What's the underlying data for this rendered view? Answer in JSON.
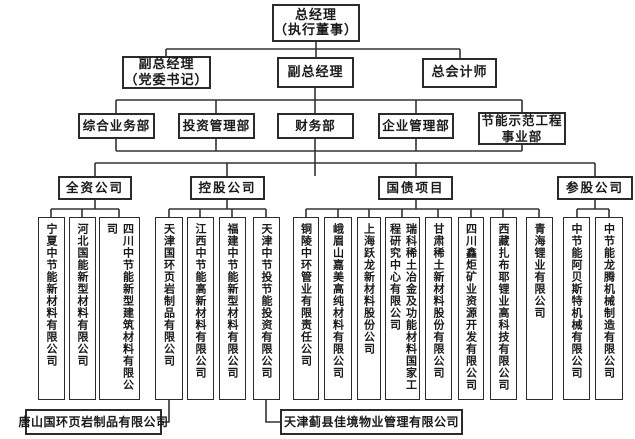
{
  "nodes": {
    "general_manager": {
      "line1": "总经理",
      "line2": "（执行董事）"
    },
    "deputy_gm_party": {
      "line1": "副总经理",
      "line2": "（党委书记）"
    },
    "deputy_gm": "副总经理",
    "chief_accountant": "总会计师"
  },
  "departments": [
    "综合业务部",
    "投资管理部",
    "财务部",
    "企业管理部",
    "节能示范工程事业部"
  ],
  "categories": [
    "全资公司",
    "控股公司",
    "国债项目",
    "参股公司"
  ],
  "companies": {
    "wholly_owned": [
      "宁夏中节能新材料有限公司",
      "河北国能新型材料有限公司",
      "四川中节能新型建筑材料有限公司"
    ],
    "holding": [
      "天津国环页岩制品有限公司",
      "江西中节能高新材料有限公司",
      "福建中节能新型材料有限公司",
      "天津中节投节能投资有限公司"
    ],
    "treasury_bond": [
      "铜陵中环管业有限责任公司",
      "峨眉山嘉美高纯材料有限公司",
      "上海跃龙新材料股份公司",
      "瑞科稀土冶金及功能材料国家工程研究中心有限公司",
      "甘肃稀土新材料股份有限公司",
      "四川鑫炬矿业资源开发有限公司",
      "西藏扎布耶锂业高科技有限公司",
      "青海锂业有限公司"
    ],
    "equity_participation": [
      "中节能阿贝斯特机械有限公司",
      "中节能龙腾机械制造有限公司"
    ]
  },
  "subsidiaries": [
    "唐山国环页岩制品有限公司",
    "天津蓟县佳境物业管理有限公司"
  ],
  "colors": {
    "line": "#333333",
    "border": "#2b2b2b",
    "background": "#ffffff",
    "text": "#1a1a1a"
  }
}
